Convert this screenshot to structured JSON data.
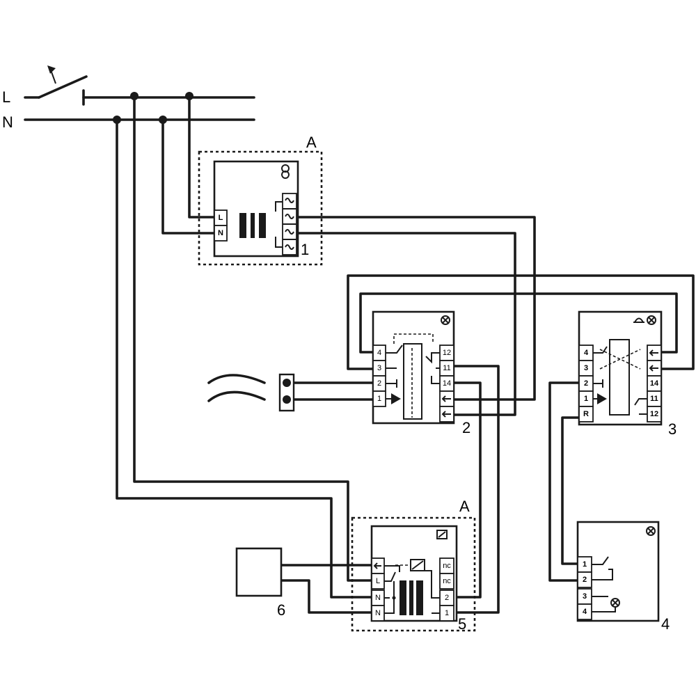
{
  "mains": {
    "line_label": "L",
    "neutral_label": "N"
  },
  "device_1": {
    "tag": "A",
    "number": "1",
    "terminals": [
      "L",
      "N"
    ],
    "icon": "transformer-icon"
  },
  "device_2": {
    "number": "2",
    "left_terminals": [
      "4",
      "3",
      "2",
      "1"
    ],
    "right_terminals": [
      "12",
      "11",
      "14"
    ],
    "icon": "lamp-icon"
  },
  "device_3": {
    "number": "3",
    "left_terminals": [
      "4",
      "3",
      "2",
      "1",
      "R"
    ],
    "right_terminals": [
      "14",
      "11",
      "12"
    ],
    "icon": "buzzer-lamp-icon"
  },
  "device_4": {
    "number": "4",
    "left_terminals": [
      "1",
      "2",
      "3",
      "4"
    ],
    "icon": "lamp-icon"
  },
  "device_5": {
    "tag": "A",
    "number": "5",
    "left_terminals": [
      "L",
      "N",
      "N"
    ],
    "right_terminals": [
      "nc",
      "nc",
      "2",
      "1"
    ],
    "icon": "relay-icon"
  },
  "device_6": {
    "number": "6"
  }
}
